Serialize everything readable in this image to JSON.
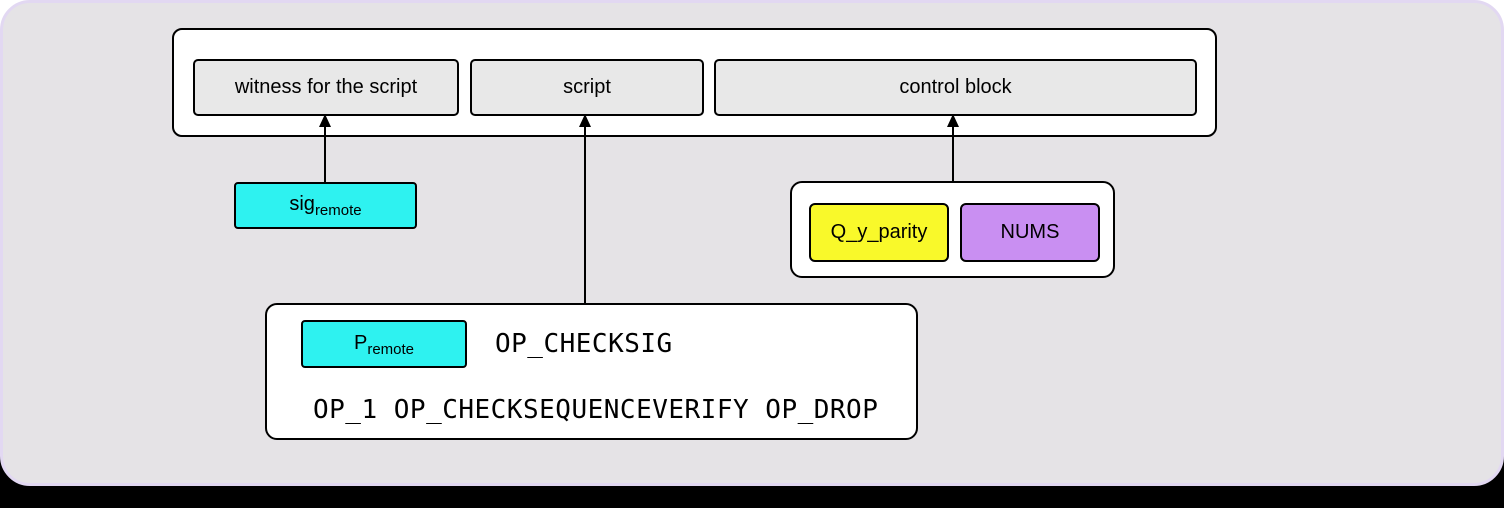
{
  "colors": {
    "canvas_bg": "#e5e3e6",
    "canvas_border": "#e2d8f2",
    "page_bottom_bg": "#000000",
    "page_top_bg": "#ffffff",
    "stack_cell_fill": "#e8e8e8",
    "container_fill": "#ffffff",
    "stroke": "#000000",
    "cyan": "#2ef2f0",
    "yellow": "#f9f92a",
    "purple": "#c98ff2"
  },
  "witness_row": {
    "cells": [
      {
        "label": "witness for the script"
      },
      {
        "label": "script"
      },
      {
        "label": "control block"
      }
    ]
  },
  "sig_element": {
    "base": "sig",
    "subscript": "remote"
  },
  "script_detail": {
    "pubkey": {
      "base": "P",
      "subscript": "remote"
    },
    "opcode_after_pubkey": "OP_CHECKSIG",
    "timelock_line": "OP_1 OP_CHECKSEQUENCEVERIFY OP_DROP"
  },
  "control_detail": {
    "parity_label": "Q_y_parity",
    "nums_label": "NUMS"
  }
}
